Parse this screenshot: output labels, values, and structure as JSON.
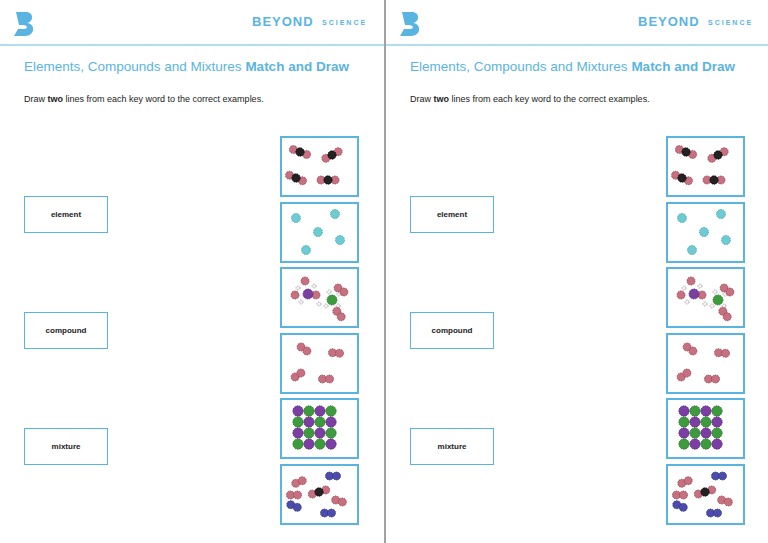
{
  "diagram": {
    "nodes": [
      {
        "text": [
          "element"
        ]
      },
      {
        "text": [
          "compound"
        ]
      },
      {
        "text": [
          "mixture"
        ]
      },
      {
        "text": [
          "element"
        ]
      },
      {
        "text": [
          "compound"
        ]
      },
      {
        "text": [
          "mixture"
        ]
      }
    ],
    "labels": [
      "BEYOND",
      "SCIENCE",
      "Elements, Compounds and Mixtures",
      "Match and Draw",
      "Draw",
      "two",
      "lines from each key word to the correct examples.",
      "BEYOND",
      "SCIENCE",
      "Elements, Compounds and Mixtures",
      "Match and Draw",
      "Draw",
      "two",
      "lines from each key word to the correct examples."
    ]
  }
}
